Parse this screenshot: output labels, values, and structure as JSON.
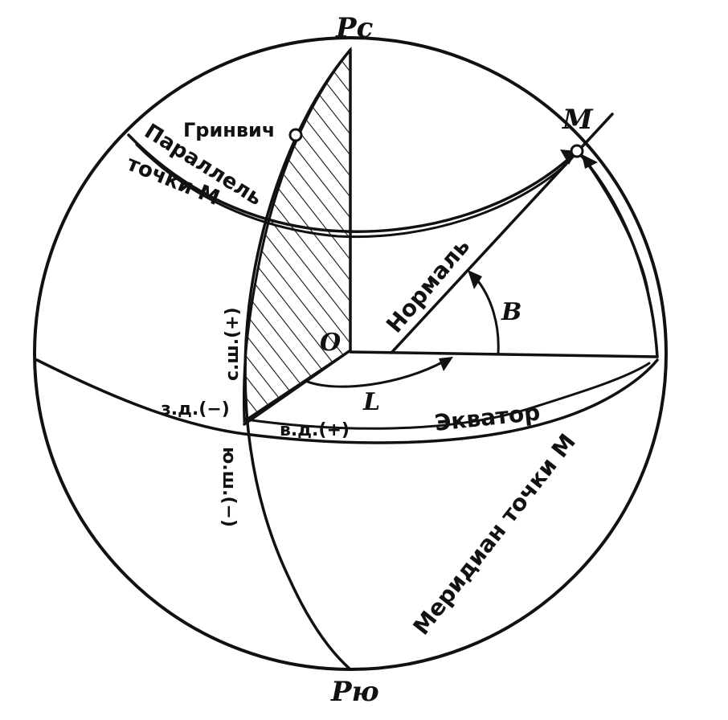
{
  "labels": {
    "north_pole": "Pc",
    "south_pole": "Pю",
    "point_m": "M",
    "center": "O",
    "greenwich": "Гринвич",
    "parallel_line1": "Параллель",
    "parallel_line2": "точки М",
    "normal": "Нормаль",
    "angle_b": "B",
    "angle_l": "L",
    "equator": "Экватор",
    "meridian": "Меридиан точки М",
    "north_lat": "с.ш.(+)",
    "south_lat": "ю.ш.(−)",
    "west_lon": "з.д.(−)",
    "east_lon": "в.д.(+)"
  }
}
